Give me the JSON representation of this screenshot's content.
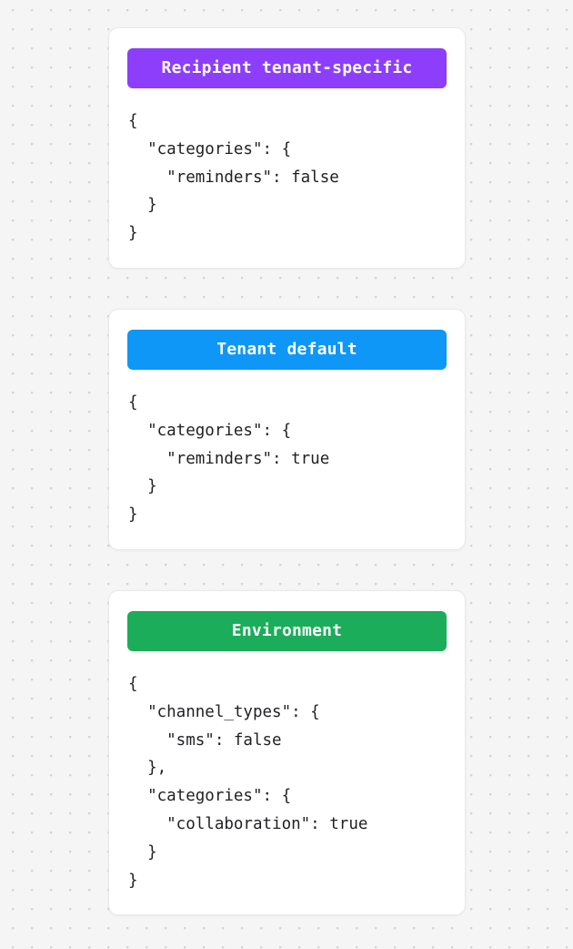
{
  "page": {
    "background_color": "#f5f5f5",
    "dot_color": "#d4d4d4",
    "card_background": "#ffffff"
  },
  "cards": [
    {
      "id": "recipient-tenant-specific",
      "header_label": "Recipient tenant-specific",
      "header_color": "#8c3efa",
      "header_text_color": "#ffffff",
      "code": "{\n  \"categories\": {\n    \"reminders\": false\n  }\n}"
    },
    {
      "id": "tenant-default",
      "header_label": "Tenant default",
      "header_color": "#0e97f6",
      "header_text_color": "#ffffff",
      "code": "{\n  \"categories\": {\n    \"reminders\": true\n  }\n}"
    },
    {
      "id": "environment",
      "header_label": "Environment",
      "header_color": "#1bad5a",
      "header_text_color": "#ffffff",
      "code": "{\n  \"channel_types\": {\n    \"sms\": false\n  },\n  \"categories\": {\n    \"collaboration\": true\n  }\n}"
    }
  ]
}
